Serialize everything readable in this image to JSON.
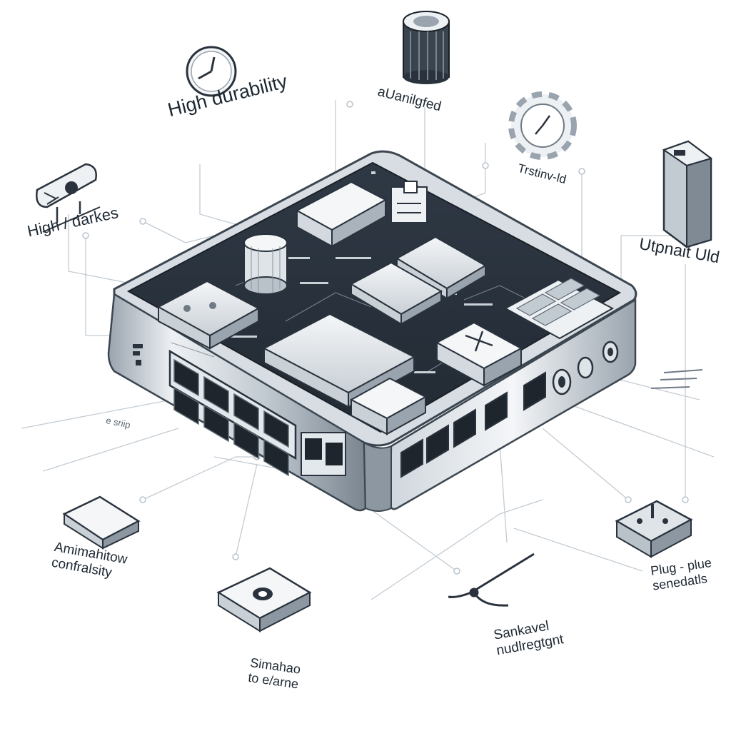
{
  "labels": {
    "high_durability": "High durability",
    "high_darkes": "High / darkes",
    "uvan": "aUanilgfed",
    "tr": "Trstinv-ld",
    "upnait": "Utpnait Uld",
    "amimah": [
      "Amimahitow",
      "confralsity"
    ],
    "plug": [
      "Plug - plue",
      "senedatls"
    ],
    "simahao": [
      "Simahao",
      "to e/arne"
    ],
    "sankavel": [
      "Sankavel",
      "nudlregtgnt"
    ],
    "port_caption": "e sriip"
  },
  "colors": {
    "ink": "#1d2833",
    "board": "#2b3440",
    "metal_light": "#eef1f4",
    "metal_mid": "#b9c1c9",
    "metal_dark": "#6f7a85",
    "line": "#b9c3cc"
  }
}
